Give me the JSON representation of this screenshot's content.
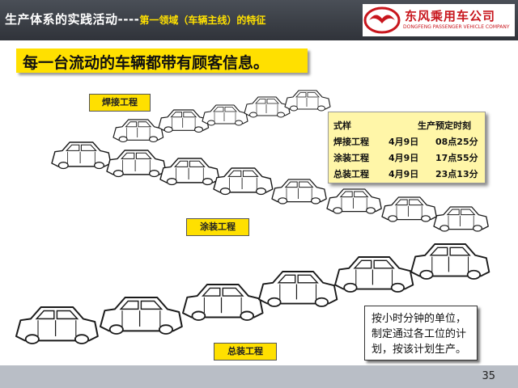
{
  "header": {
    "title": "生产体系的实践活动----",
    "subtitle": "第一领域（车辆主线）的特征",
    "logo_cn": "东风乘用车公司",
    "logo_en": "DONGFENG PASSENGER VEHICLE COMPANY"
  },
  "statement": "每一台流动的车辆都带有顾客信息。",
  "labels": {
    "welding": "焊接工程",
    "painting": "涂装工程",
    "assembly": "总装工程"
  },
  "schedule": {
    "header_style": "式样",
    "header_time": "生产预定时刻",
    "rows": [
      {
        "process": "焊接工程",
        "date": "4月9日",
        "time": "08点25分"
      },
      {
        "process": "涂装工程",
        "date": "4月9日",
        "time": "17点55分"
      },
      {
        "process": "总装工程",
        "date": "4月9日",
        "time": "23点13分"
      }
    ]
  },
  "note": "按小时分钟的单位，制定通过各工位的计划，按该计划生产。",
  "page_number": "35",
  "colors": {
    "header_bg": "#3a3e45",
    "accent_yellow": "#ffe000",
    "brand_red": "#c8161d",
    "footer": "#b9bec6"
  }
}
